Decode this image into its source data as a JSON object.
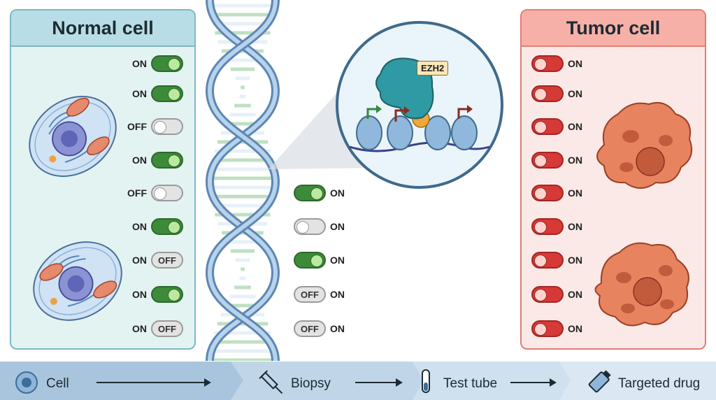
{
  "normal_panel": {
    "title": "Normal cell",
    "switches": [
      {
        "label": "ON",
        "state": "on"
      },
      {
        "label": "ON",
        "state": "on"
      },
      {
        "label": "OFF",
        "state": "off"
      },
      {
        "label": "ON",
        "state": "on"
      },
      {
        "label": "OFF",
        "state": "off"
      },
      {
        "label": "ON",
        "state": "on"
      },
      {
        "label": "ON",
        "state": "off-text",
        "inner": "OFF"
      },
      {
        "label": "ON",
        "state": "on"
      },
      {
        "label": "ON",
        "state": "off-text",
        "inner": "OFF"
      }
    ]
  },
  "tumor_panel": {
    "title": "Tumor cell",
    "switches": [
      {
        "label": "ON"
      },
      {
        "label": "ON"
      },
      {
        "label": "ON"
      },
      {
        "label": "ON"
      },
      {
        "label": "ON"
      },
      {
        "label": "ON"
      },
      {
        "label": "ON"
      },
      {
        "label": "ON"
      },
      {
        "label": "ON"
      }
    ]
  },
  "middle_switches": [
    {
      "label": "ON",
      "state": "on"
    },
    {
      "label": "ON",
      "state": "off"
    },
    {
      "label": "ON",
      "state": "on"
    },
    {
      "label": "ON",
      "state": "off-text",
      "inner": "OFF"
    },
    {
      "label": "ON",
      "state": "off-text",
      "inner": "OFF"
    }
  ],
  "zoom": {
    "protein_label": "EZH2"
  },
  "workflow": {
    "steps": [
      {
        "label": "Cell",
        "icon": "cell-icon"
      },
      {
        "label": "Biopsy",
        "icon": "biopsy-needle-icon"
      },
      {
        "label": "Test tube",
        "icon": "test-tube-icon"
      },
      {
        "label": "Targeted drug",
        "icon": "drug-vial-icon"
      }
    ]
  },
  "colors": {
    "normal_bg": "#e3f3f2",
    "tumor_bg": "#fbe9e7",
    "on_green": "#3d8a3a",
    "tumor_red": "#d63a36"
  }
}
